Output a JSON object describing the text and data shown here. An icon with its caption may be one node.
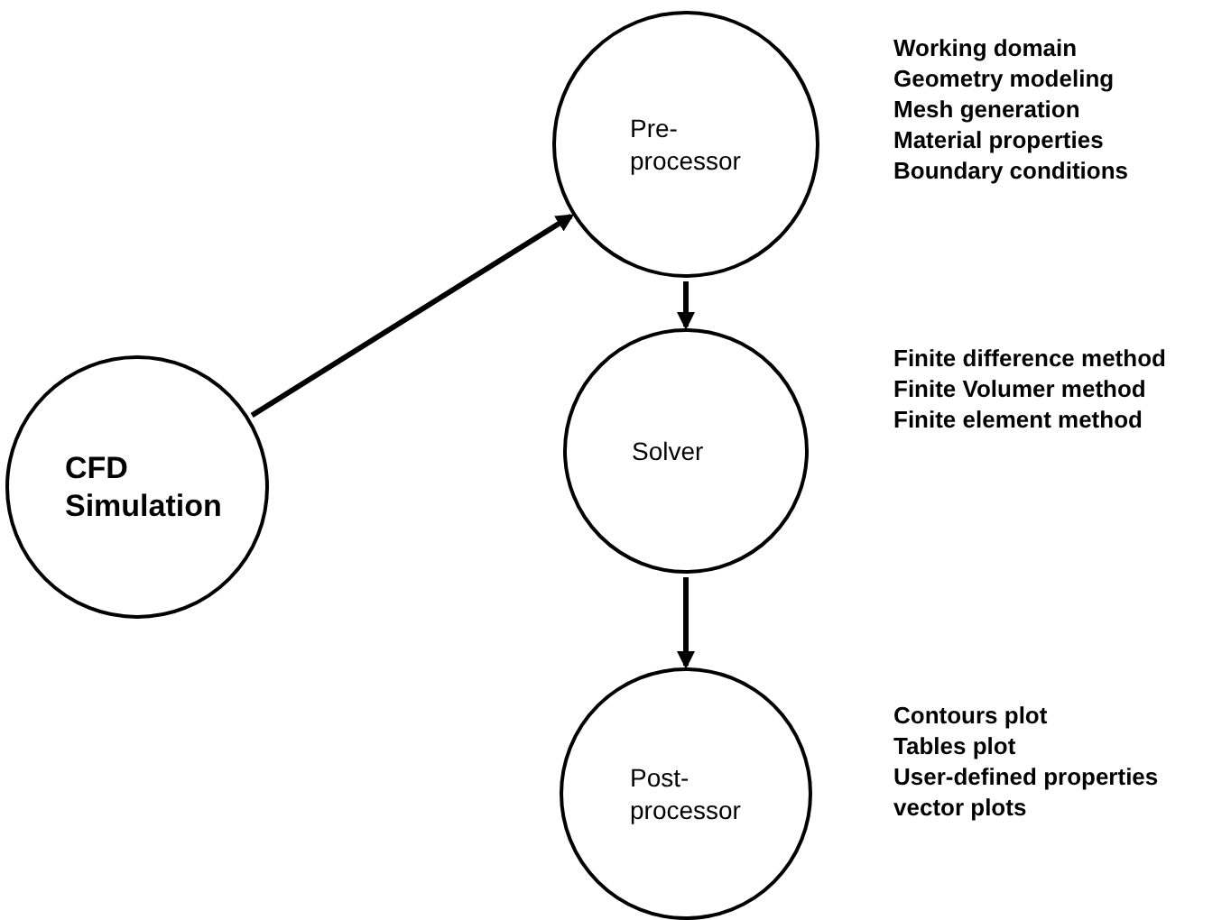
{
  "diagram": {
    "nodes": [
      {
        "text": [
          "CFD Simulation"
        ]
      },
      {
        "text": [
          "Pre-processor"
        ],
        "beside": [
          "Working domain",
          "Geometry modeling",
          "Mesh generation",
          "Material properties",
          "Boundary conditions"
        ]
      },
      {
        "text": [
          "Solver"
        ],
        "beside": [
          "Finite difference method",
          "Finite Volumer method",
          "Finite element method"
        ]
      },
      {
        "text": [
          "Post-processor"
        ],
        "beside": [
          "Contours plot",
          "Tables plot",
          "User-defined properties",
          "vector plots"
        ]
      }
    ],
    "edges": [
      {
        "from": 0,
        "to": 1,
        "arrow": "to"
      },
      {
        "from": 1,
        "to": 2,
        "arrow": "to"
      },
      {
        "from": 2,
        "to": 3,
        "arrow": "to"
      }
    ]
  }
}
